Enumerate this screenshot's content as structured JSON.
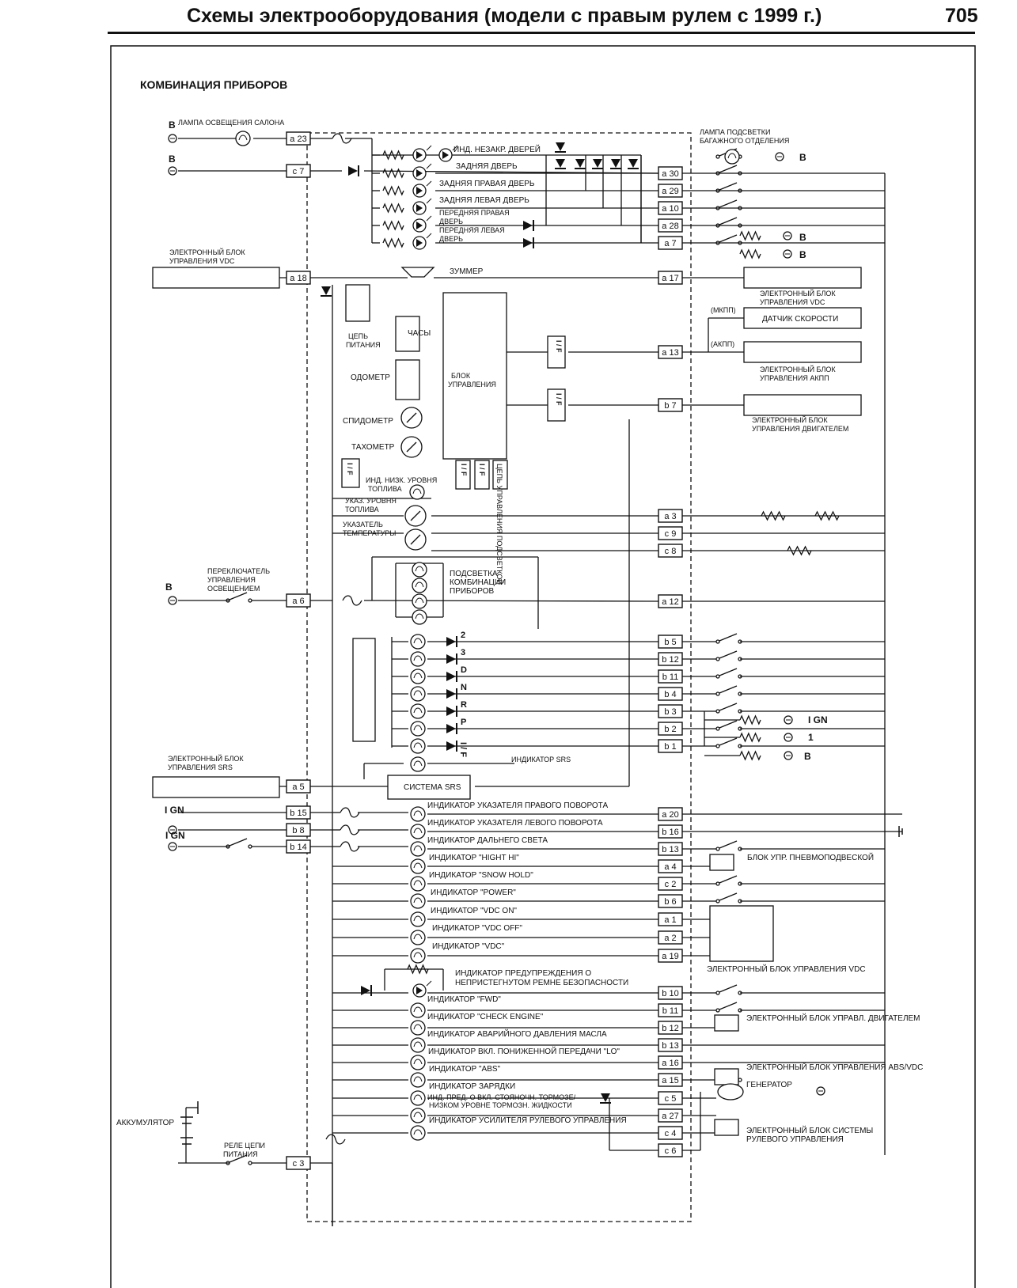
{
  "header": {
    "title": "Схемы электрооборудования (модели с правым рулем с 1999 г.)",
    "page": "705"
  },
  "diagram_title": "КОМБИНАЦИЯ ПРИБОРОВ",
  "connectors": [
    {
      "label": "a 23"
    },
    {
      "label": "c 7"
    },
    {
      "label": "a 18"
    },
    {
      "label": "a 6"
    },
    {
      "label": "a 5"
    },
    {
      "label": "b 15"
    },
    {
      "label": "b 8"
    },
    {
      "label": "b 14"
    },
    {
      "label": "c 3"
    },
    {
      "label": "a 30"
    },
    {
      "label": "a 29"
    },
    {
      "label": "a 10"
    },
    {
      "label": "a 28"
    },
    {
      "label": "a 7"
    },
    {
      "label": "a 17"
    },
    {
      "label": "a 13"
    },
    {
      "label": "b 7"
    },
    {
      "label": "a 3"
    },
    {
      "label": "c 9"
    },
    {
      "label": "c 8"
    },
    {
      "label": "a 12"
    },
    {
      "label": "b 5"
    },
    {
      "label": "b 12"
    },
    {
      "label": "b 11"
    },
    {
      "label": "b 4"
    },
    {
      "label": "b 3"
    },
    {
      "label": "b 2"
    },
    {
      "label": "b 1"
    },
    {
      "label": "a 20"
    },
    {
      "label": "b 16"
    },
    {
      "label": "b 13"
    },
    {
      "label": "a 4"
    },
    {
      "label": "c 2"
    },
    {
      "label": "b 6"
    },
    {
      "label": "a 1"
    },
    {
      "label": "a 2"
    },
    {
      "label": "a 19"
    },
    {
      "label": "b 10"
    },
    {
      "label": "b 11"
    },
    {
      "label": "b 12"
    },
    {
      "label": "b 13"
    },
    {
      "label": "a 16"
    },
    {
      "label": "a 15"
    },
    {
      "label": "c 5"
    },
    {
      "label": "a 27"
    },
    {
      "label": "c 4"
    },
    {
      "label": "c 6"
    }
  ],
  "labels": [
    {
      "text": "ЛАМПА ОСВЕЩЕНИЯ САЛОНА"
    },
    {
      "text": "ИНД. НЕЗАКР. ДВЕРЕЙ"
    },
    {
      "text": "ЗАДНЯЯ ДВЕРЬ"
    },
    {
      "text": "ЗАДНЯЯ ПРАВАЯ ДВЕРЬ"
    },
    {
      "text": "ЗАДНЯЯ ЛЕВАЯ ДВЕРЬ"
    },
    {
      "text": "ПЕРЕДНЯЯ ПРАВАЯ"
    },
    {
      "text": "ДВЕРЬ"
    },
    {
      "text": "ПЕРЕДНЯЯ ЛЕВАЯ"
    },
    {
      "text": "ДВЕРЬ"
    },
    {
      "text": "ЛАМПА ПОДСВЕТКИ"
    },
    {
      "text": "БАГАЖНОГО ОТДЕЛЕНИЯ"
    },
    {
      "text": "ЭЛЕКТРОННЫЙ БЛОК"
    },
    {
      "text": "УПРАВЛЕНИЯ VDC"
    },
    {
      "text": "ЗУММЕР"
    },
    {
      "text": "ЭЛЕКТРОННЫЙ БЛОК"
    },
    {
      "text": "УПРАВЛЕНИЯ VDC"
    },
    {
      "text": "(МКПП)"
    },
    {
      "text": "ДАТЧИК СКОРОСТИ"
    },
    {
      "text": "(АКПП)"
    },
    {
      "text": "ЭЛЕКТРОННЫЙ БЛОК"
    },
    {
      "text": "УПРАВЛЕНИЯ АКПП"
    },
    {
      "text": "ЭЛЕКТРОННЫЙ БЛОК"
    },
    {
      "text": "УПРАВЛЕНИЯ ДВИГАТЕЛЕМ"
    },
    {
      "text": "ЦЕПЬ"
    },
    {
      "text": "ПИТАНИЯ"
    },
    {
      "text": "ЧАСЫ"
    },
    {
      "text": "ОДОМЕТР"
    },
    {
      "text": "БЛОК"
    },
    {
      "text": "УПРАВЛЕНИЯ"
    },
    {
      "text": "СПИДОМЕТР"
    },
    {
      "text": "ТАХОМЕТР"
    },
    {
      "text": "ИНД. НИЗК. УРОВНЯ"
    },
    {
      "text": "ТОПЛИВА"
    },
    {
      "text": "УКАЗ. УРОВНЯ"
    },
    {
      "text": "ТОПЛИВА"
    },
    {
      "text": "УКАЗАТЕЛЬ"
    },
    {
      "text": "ТЕМПЕРАТУРЫ"
    },
    {
      "text": "ПЕРЕКЛЮЧАТЕЛЬ"
    },
    {
      "text": "УПРАВЛЕНИЯ"
    },
    {
      "text": "ОСВЕЩЕНИЕМ"
    },
    {
      "text": "ПОДСВЕТКА"
    },
    {
      "text": "КОМБИНАЦИИ"
    },
    {
      "text": "ПРИБОРОВ"
    },
    {
      "text": "ЭЛЕКТРОННЫЙ БЛОК"
    },
    {
      "text": "УПРАВЛЕНИЯ SRS"
    },
    {
      "text": "ИНДИКАТОР SRS"
    },
    {
      "text": "СИСТЕМА SRS"
    },
    {
      "text": "ИНДИКАТОР УКАЗАТЕЛЯ ПРАВОГО ПОВОРОТА"
    },
    {
      "text": "ИНДИКАТОР УКАЗАТЕЛЯ ЛЕВОГО ПОВОРОТА"
    },
    {
      "text": "ИНДИКАТОР ДАЛЬНЕГО СВЕТА"
    },
    {
      "text": "ИНДИКАТОР \"HIGHT HI\""
    },
    {
      "text": "ИНДИКАТОР \"SNOW HOLD\""
    },
    {
      "text": "ИНДИКАТОР \"POWER\""
    },
    {
      "text": "ИНДИКАТОР \"VDC ON\""
    },
    {
      "text": "ИНДИКАТОР \"VDC OFF\""
    },
    {
      "text": "ИНДИКАТОР \"VDC\""
    },
    {
      "text": "БЛОК УПР. ПНЕВМОПОДВЕСКОЙ"
    },
    {
      "text": "ЭЛЕКТРОННЫЙ БЛОК УПРАВЛЕНИЯ VDC"
    },
    {
      "text": "ИНДИКАТОР ПРЕДУПРЕЖДЕНИЯ О"
    },
    {
      "text": "НЕПРИСТЕГНУТОМ РЕМНЕ БЕЗОПАСНОСТИ"
    },
    {
      "text": "ИНДИКАТОР \"FWD\""
    },
    {
      "text": "ИНДИКАТОР \"CHECK ENGINE\""
    },
    {
      "text": "ИНДИКАТОР АВАРИЙНОГО ДАВЛЕНИЯ МАСЛА"
    },
    {
      "text": "ИНДИКАТОР ВКЛ. ПОНИЖЕННОЙ ПЕРЕДАЧИ  \"LO\""
    },
    {
      "text": "ИНДИКАТОР \"ABS\""
    },
    {
      "text": "ИНДИКАТОР ЗАРЯДКИ"
    },
    {
      "text": "ИНД. ПРЕД. О ВКЛ. СТОЯНОЧН. ТОРМОЗЕ/"
    },
    {
      "text": "НИЗКОМ УРОВНЕ ТОРМОЗН. ЖИДКОСТИ"
    },
    {
      "text": "ИНДИКАТОР УСИЛИТЕЛЯ РУЛЕВОГО УПРАВЛЕНИЯ"
    },
    {
      "text": "ЭЛЕКТРОННЫЙ БЛОК УПРАВЛ. ДВИГАТЕЛЕМ"
    },
    {
      "text": "ЭЛЕКТРОННЫЙ БЛОК УПРАВЛЕНИЯ ABS/VDC"
    },
    {
      "text": "ГЕНЕРАТОР"
    },
    {
      "text": "ЭЛЕКТРОННЫЙ БЛОК СИСТЕМЫ"
    },
    {
      "text": "РУЛЕВОГО УПРАВЛЕНИЯ"
    },
    {
      "text": "АККУМУЛЯТОР"
    },
    {
      "text": "РЕЛЕ ЦЕПИ"
    },
    {
      "text": "ПИТАНИЯ"
    },
    {
      "text": "B"
    },
    {
      "text": "B"
    },
    {
      "text": "B"
    },
    {
      "text": "B"
    },
    {
      "text": "B"
    },
    {
      "text": "B"
    },
    {
      "text": "B"
    },
    {
      "text": "I GN"
    },
    {
      "text": "I GN"
    },
    {
      "text": "I GN"
    },
    {
      "text": "1"
    },
    {
      "text": "2"
    },
    {
      "text": "3"
    },
    {
      "text": "D"
    },
    {
      "text": "N"
    },
    {
      "text": "R"
    },
    {
      "text": "P"
    },
    {
      "text": "I / F"
    },
    {
      "text": "I / F"
    },
    {
      "text": "I / F"
    },
    {
      "text": "I / F"
    },
    {
      "text": "I / F"
    },
    {
      "text": "I / F"
    },
    {
      "text": "ЦЕПЬ УПРАВЛЕНИЯ ПОДСВЕТКОЙ"
    }
  ]
}
